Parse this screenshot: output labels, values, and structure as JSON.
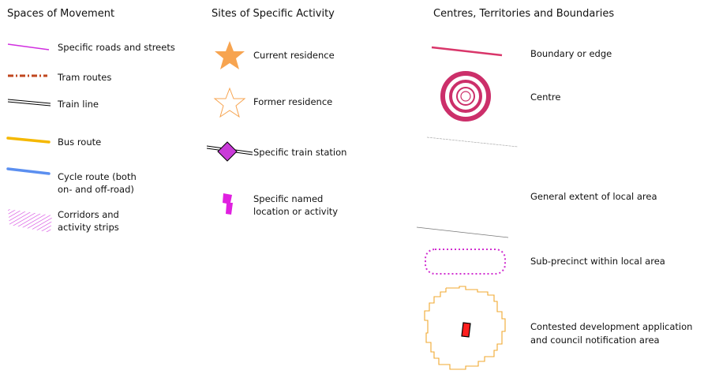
{
  "columns": [
    {
      "heading": "Spaces of Movement",
      "items": [
        {
          "label": "Specific roads and streets",
          "icon": "magenta-line-icon",
          "color": "#d12fe0"
        },
        {
          "label": "Tram routes",
          "icon": "dash-dot-line-icon",
          "color": "#c0471f"
        },
        {
          "label": "Train line",
          "icon": "double-line-icon",
          "color": "#000000"
        },
        {
          "label": "Bus route",
          "icon": "thick-yellow-line-icon",
          "color": "#f5b800"
        },
        {
          "label": "Cycle route (both",
          "label2": "on- and off-road)",
          "icon": "thick-blue-line-icon",
          "color": "#5b8ff0"
        },
        {
          "label": "Corridors and",
          "label2": "activity strips",
          "icon": "hatched-strip-icon",
          "color": "#d33fe0"
        }
      ]
    },
    {
      "heading": "Sites of Specific Activity",
      "items": [
        {
          "label": "Current residence",
          "icon": "filled-star-icon",
          "color": "#f7a450"
        },
        {
          "label": "Former residence",
          "icon": "outline-star-icon",
          "color": "#f7a450"
        },
        {
          "label": "Specific train station",
          "icon": "diamond-station-icon",
          "color": "#c93bd8"
        },
        {
          "label": "Specific named",
          "label2": "location or activity",
          "icon": "magenta-block-icon",
          "color": "#e020e0"
        }
      ]
    },
    {
      "heading": "Centres, Territories and Boundaries",
      "items": [
        {
          "label": "Boundary or edge",
          "icon": "boundary-line-icon",
          "color": "#d9366a"
        },
        {
          "label": "Centre",
          "icon": "concentric-circles-icon",
          "color": "#cc2f6a"
        },
        {
          "label": "General extent of local area",
          "icon": "faint-diagonal-line-icon",
          "color": "#888888"
        },
        {
          "label": "Sub-precinct within local area",
          "icon": "dotted-rounded-rect-icon",
          "color": "#d02fd0"
        },
        {
          "label": "Contested development application",
          "label2": "and council notification area",
          "icon": "notification-area-icon",
          "color": "#f0a830",
          "accent": "#ff2020"
        }
      ]
    }
  ]
}
